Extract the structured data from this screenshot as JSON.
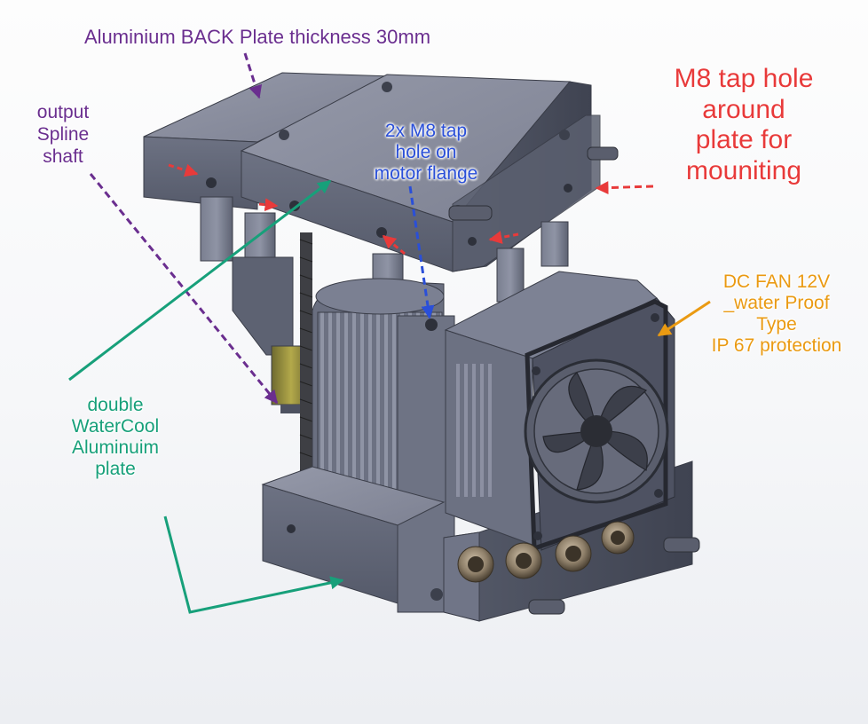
{
  "annotations": {
    "back_plate": "Aluminium BACK Plate thickness 30mm",
    "m8_tap_plate": "M8 tap hole\naround\nplate for\nmouniting",
    "output_spline": "output\nSpline\nshaft",
    "m8_tap_flange": "2x M8 tap\nhole  on\nmotor flange",
    "dc_fan": "DC FAN 12V\n_water Proof\nType\nIP 67 protection",
    "watercool_plate": "double\nWaterCool\nAluminuim\nplate"
  },
  "colors": {
    "purple": "#6a2e8f",
    "red": "#e83a3a",
    "blue": "#2a4fd8",
    "orange": "#ea9a12",
    "teal": "#17a07a",
    "metal_dark": "#4a4f5e",
    "metal_mid": "#6b7080",
    "metal_light": "#8d91a2"
  }
}
